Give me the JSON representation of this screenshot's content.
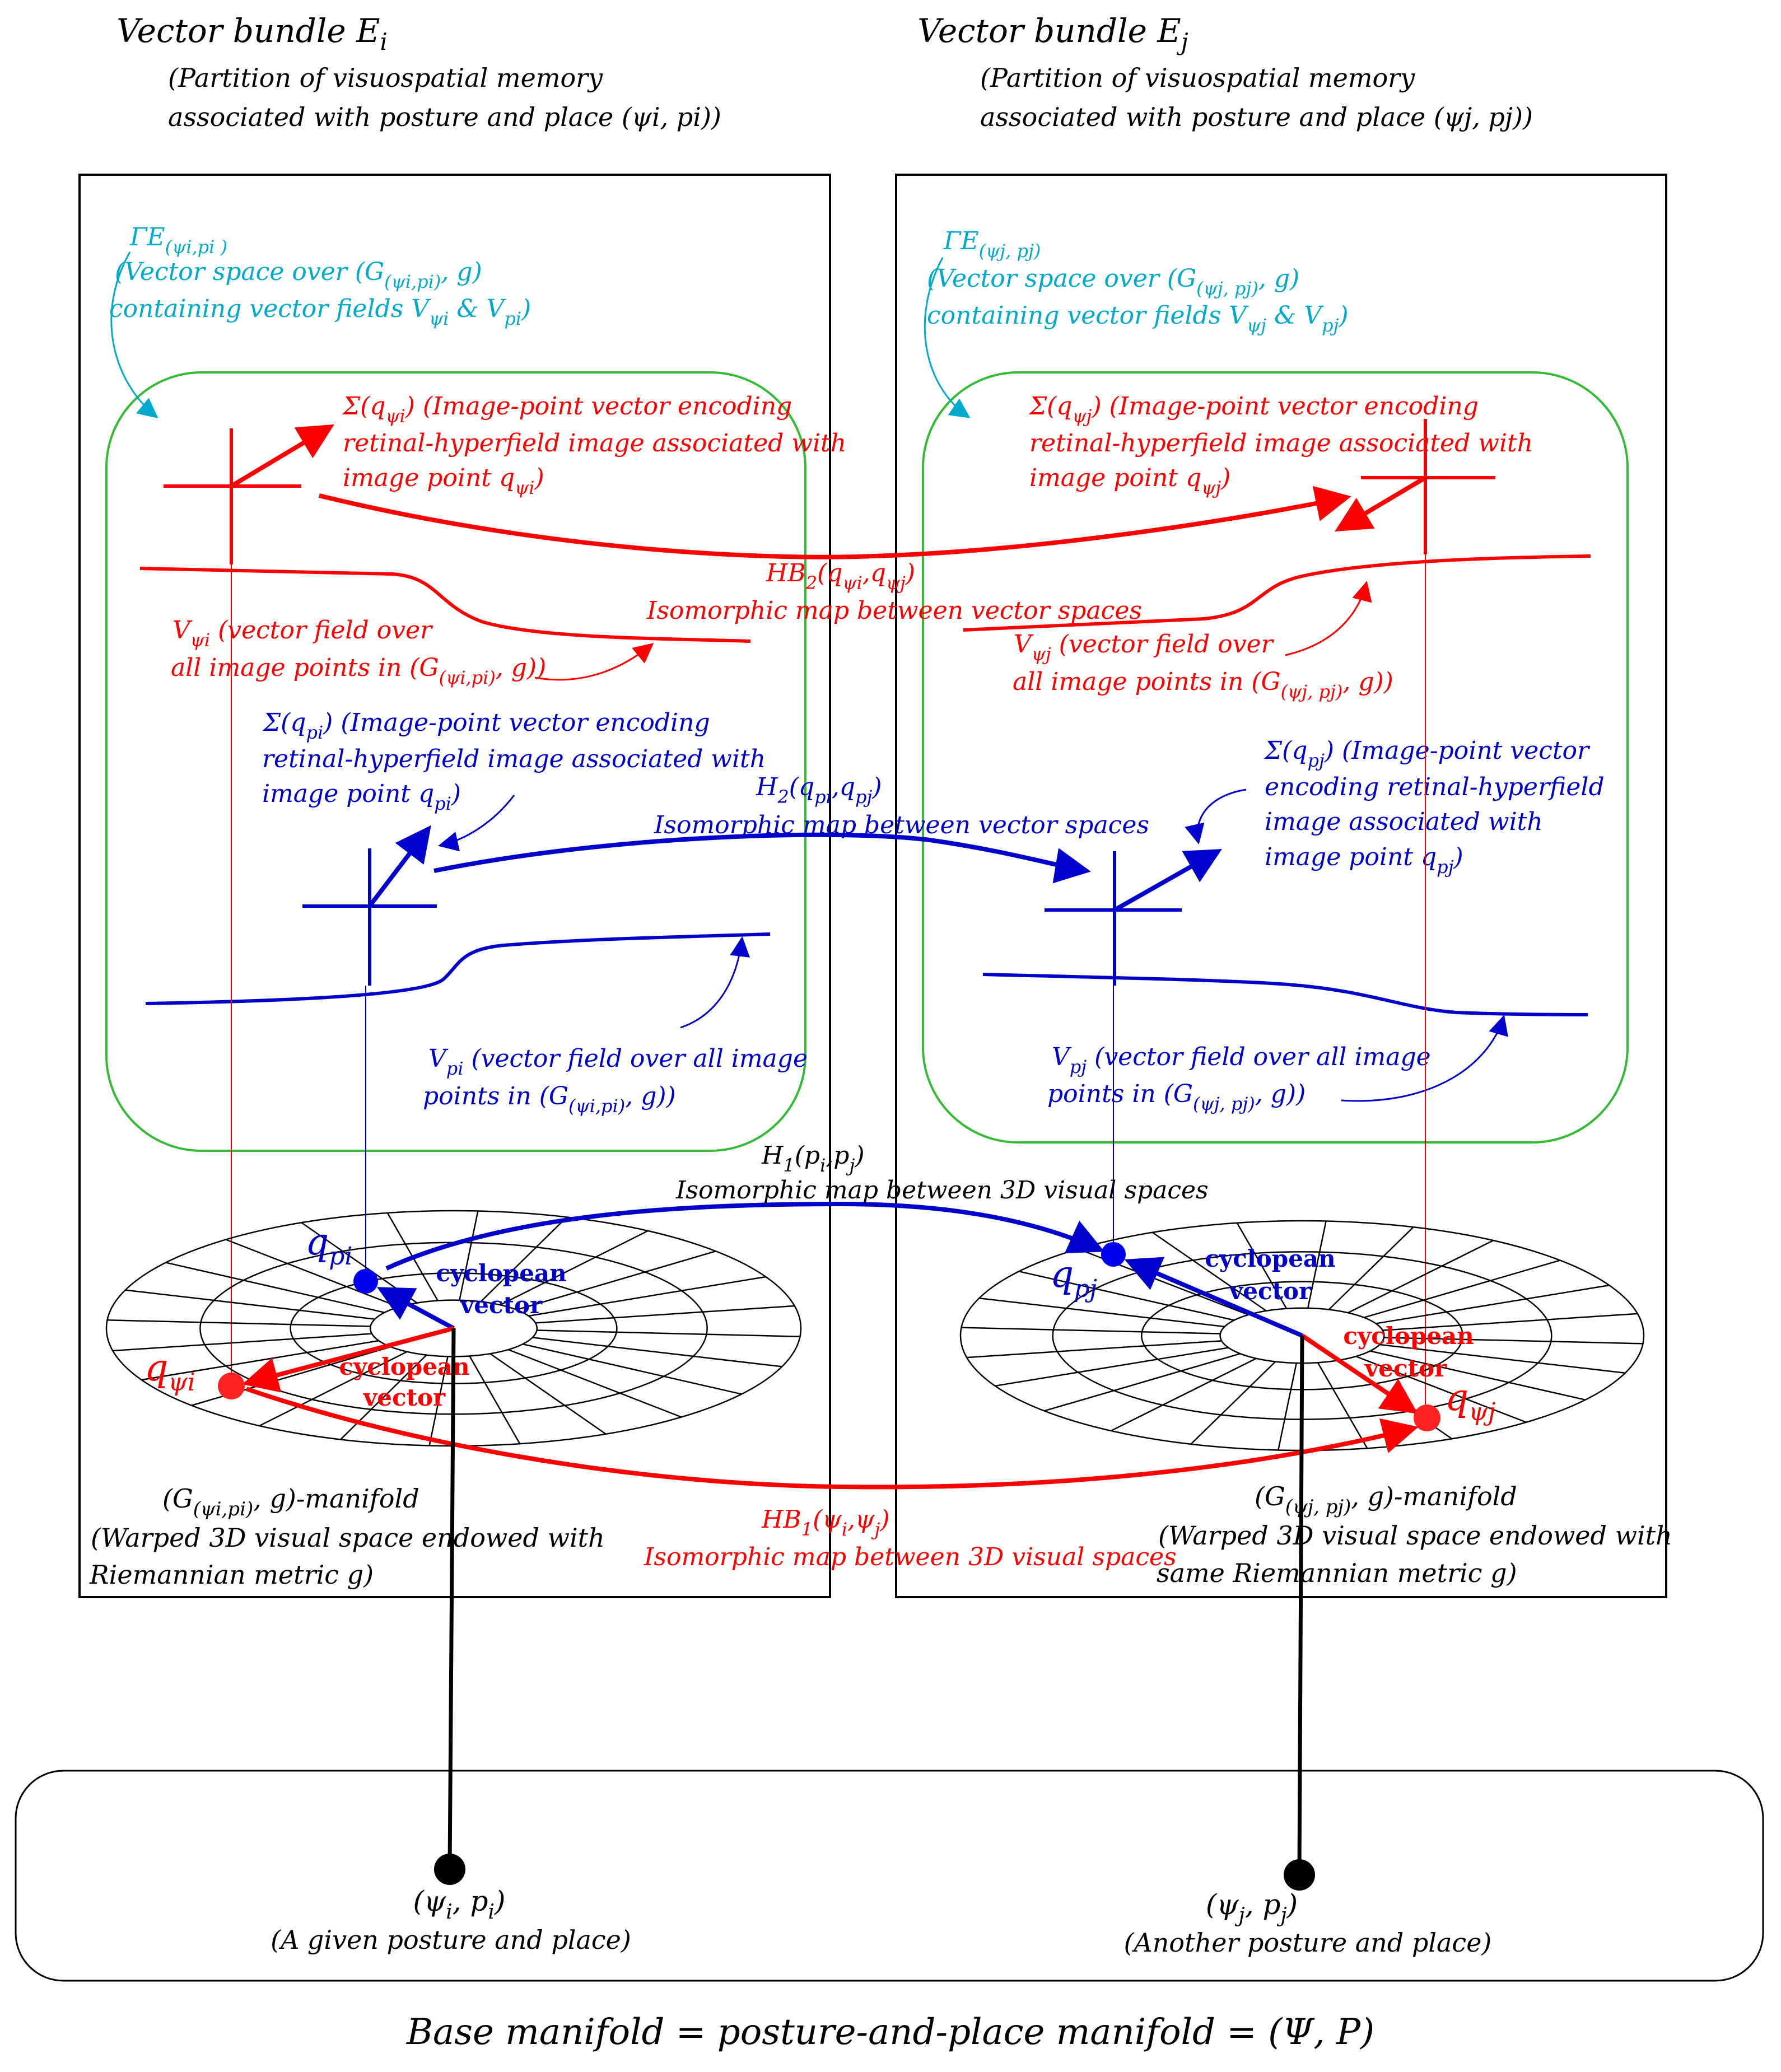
{
  "colors": {
    "black": "#000000",
    "red": "#ff0000",
    "blue": "#0000cc",
    "cyan": "#00aacc",
    "green": "#33bb33"
  },
  "left": {
    "heading": "Vector bundle E",
    "heading_sub": "i",
    "caption1": "(Partition of visuospatial memory",
    "caption2": "associated with posture and place (ψi, pi))",
    "gamma_label": "ΓE",
    "gamma_sub": "(ψi,pi )",
    "vs_line1_a": "(Vector space over (G",
    "vs_line1_sub": "(ψi,pi)",
    "vs_line1_b": ", g)",
    "vs_line2_a": "containing vector fields V",
    "vs_line2_sub1": "ψi",
    "vs_line2_mid": " & V",
    "vs_line2_sub2": "pi",
    "vs_line2_b": ")",
    "sigma_red_1_a": "Σ(q",
    "sigma_red_1_sub": "ψi",
    "sigma_red_1_b": ") (Image-point vector encoding",
    "sigma_red_2": "retinal-hyperfield image associated with",
    "sigma_red_3_a": "image point q",
    "sigma_red_3_sub": "ψi",
    "sigma_red_3_b": ")",
    "vfield_red_1_a": "V",
    "vfield_red_1_sub": "ψi",
    "vfield_red_1_b": " (vector field over",
    "vfield_red_2_a": "all image points in (G",
    "vfield_red_2_sub": "(ψi,pi)",
    "vfield_red_2_b": ", g))",
    "sigma_blue_1_a": "Σ(q",
    "sigma_blue_1_sub": "pi",
    "sigma_blue_1_b": ") (Image-point vector encoding",
    "sigma_blue_2": "retinal-hyperfield image associated with",
    "sigma_blue_3_a": "image point q",
    "sigma_blue_3_sub": "pi",
    "sigma_blue_3_b": ")",
    "vfield_blue_1_a": "V",
    "vfield_blue_1_sub": "pi",
    "vfield_blue_1_b": " (vector field over all image",
    "vfield_blue_2_a": "points in (G",
    "vfield_blue_2_sub": "(ψi,pi)",
    "vfield_blue_2_b": ", g))",
    "q_blue": "q",
    "q_blue_sub": "pi",
    "q_red": "q",
    "q_red_sub": "ψi",
    "cyc_blue_1": "cyclopean",
    "cyc_blue_2": "vector",
    "cyc_red_1": "cyclopean",
    "cyc_red_2": "vector",
    "manifold_1_a": "(G",
    "manifold_1_sub": "(ψi,pi)",
    "manifold_1_b": ", g)-manifold",
    "manifold_2": "(Warped 3D visual space endowed with",
    "manifold_3": "Riemannian metric g)",
    "base_point_a": "(ψ",
    "base_point_sub1": "i",
    "base_point_mid": ", p",
    "base_point_sub2": "i",
    "base_point_b": ")",
    "base_point_desc": "(A given posture and place)"
  },
  "right": {
    "heading": "Vector bundle E",
    "heading_sub": "j",
    "caption1": "(Partition of visuospatial memory",
    "caption2": "associated with posture and place (ψj, pj))",
    "gamma_label": "ΓE",
    "gamma_sub": "(ψj, pj)",
    "vs_line1_a": "(Vector space over (G",
    "vs_line1_sub": "(ψj, pj)",
    "vs_line1_b": ", g)",
    "vs_line2_a": "containing vector fields V",
    "vs_line2_sub1": "ψj",
    "vs_line2_mid": " & V",
    "vs_line2_sub2": "pj",
    "vs_line2_b": ")",
    "sigma_red_1_a": "Σ(q",
    "sigma_red_1_sub": "ψj",
    "sigma_red_1_b": ") (Image-point vector encoding",
    "sigma_red_2": "retinal-hyperfield image associated with",
    "sigma_red_3_a": "image point q",
    "sigma_red_3_sub": "ψj",
    "sigma_red_3_b": ")",
    "vfield_red_1_a": "V",
    "vfield_red_1_sub": "ψj",
    "vfield_red_1_b": " (vector field over",
    "vfield_red_2_a": "all image points in (G",
    "vfield_red_2_sub": "(ψj, pj)",
    "vfield_red_2_b": ", g))",
    "sigma_blue_1_a": "Σ(q",
    "sigma_blue_1_sub": "pj",
    "sigma_blue_1_b": ") (Image-point vector",
    "sigma_blue_2": "encoding retinal-hyperfield",
    "sigma_blue_3": "image associated with",
    "sigma_blue_4_a": "image point q",
    "sigma_blue_4_sub": "pj",
    "sigma_blue_4_b": ")",
    "vfield_blue_1_a": "V",
    "vfield_blue_1_sub": "pj",
    "vfield_blue_1_b": " (vector field over all image",
    "vfield_blue_2_a": "points in (G",
    "vfield_blue_2_sub": "(ψj, pj)",
    "vfield_blue_2_b": ", g))",
    "q_blue": "q",
    "q_blue_sub": "pj",
    "q_red": "q",
    "q_red_sub": "ψj",
    "cyc_blue_1": "cyclopean",
    "cyc_blue_2": "vector",
    "cyc_red_1": "cyclopean",
    "cyc_red_2": "vector",
    "manifold_1_a": "(G",
    "manifold_1_sub": "(ψj, pj)",
    "manifold_1_b": ", g)-manifold",
    "manifold_2": "(Warped 3D visual space endowed with",
    "manifold_3": "same Riemannian metric g)",
    "base_point_a": "(ψ",
    "base_point_sub1": "j",
    "base_point_mid": ", p",
    "base_point_sub2": "j",
    "base_point_b": ")",
    "base_point_desc": "(Another posture and place)"
  },
  "maps": {
    "hb2_a": "HB",
    "hb2_sub": "2",
    "hb2_b": "(q",
    "hb2_sub2": "ψi",
    "hb2_c": ",q",
    "hb2_sub3": "ψj",
    "hb2_d": ")",
    "hb2_desc": "Isomorphic map between vector spaces",
    "h2_a": "H",
    "h2_sub": "2",
    "h2_b": "(q",
    "h2_sub2": "pi",
    "h2_c": ",q",
    "h2_sub3": "pj",
    "h2_d": ")",
    "h2_desc": "Isomorphic map between vector spaces",
    "h1_a": "H",
    "h1_sub": "1",
    "h1_b": "(p",
    "h1_sub2": "i",
    "h1_c": ",p",
    "h1_sub3": "j",
    "h1_d": ")",
    "h1_desc": "Isomorphic map between 3D visual spaces",
    "hb1_a": "HB",
    "hb1_sub": "1",
    "hb1_b": "(ψ",
    "hb1_sub2": "i",
    "hb1_c": ",ψ",
    "hb1_sub3": "j",
    "hb1_d": ")",
    "hb1_desc": "Isomorphic map between 3D visual spaces"
  },
  "base_caption": "Base manifold = posture-and-place manifold = (Ψ, P)"
}
